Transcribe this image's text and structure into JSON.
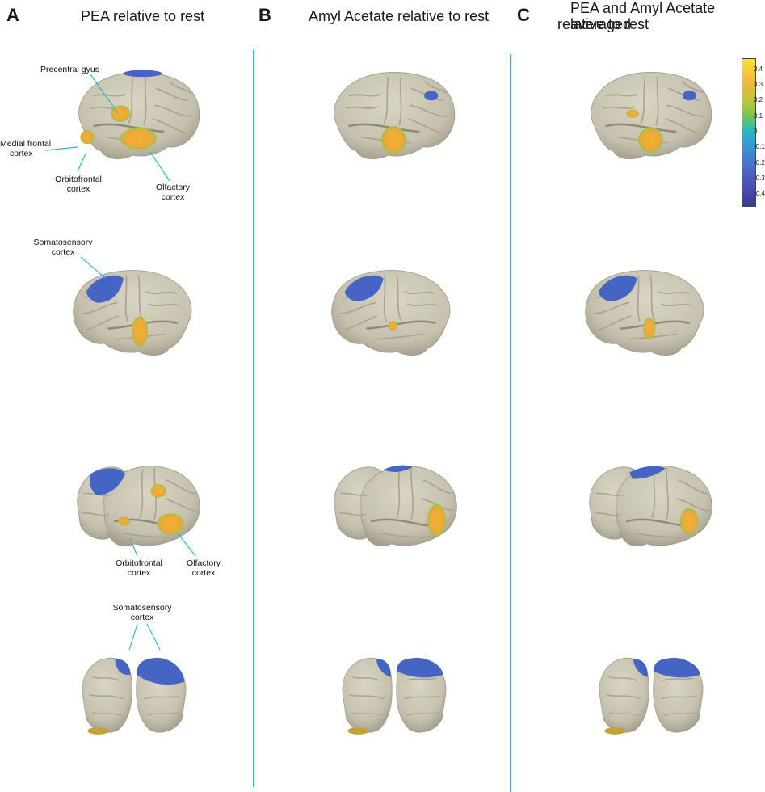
{
  "panels": [
    {
      "letter": "A",
      "title": "PEA relative to rest"
    },
    {
      "letter": "B",
      "title": "Amyl Acetate relative to rest"
    },
    {
      "letter": "C",
      "title_line1": "PEA and Amyl Acetate averaged",
      "title_line2": "relative to rest"
    }
  ],
  "annotations": {
    "precentral": "Precentral gyus",
    "medial_frontal_1": "Medial frontal",
    "medial_frontal_2": "cortex",
    "orbitofrontal_1": "Orbitofrontal",
    "orbitofrontal_2": "cortex",
    "olfactory_1": "Olfactory",
    "olfactory_2": "cortex",
    "somatosensory_1": "Somatosensory",
    "somatosensory_2": "cortex"
  },
  "colorbar": {
    "ticks": [
      "0.4",
      "0.3",
      "0.2",
      "0.1",
      "0",
      "-0.1",
      "-0.2",
      "-0.3",
      "-0.4"
    ],
    "colors": [
      "#f5e531",
      "#f4b83a",
      "#b6c73c",
      "#6bc45a",
      "#1fb7c9",
      "#3f8fd2",
      "#4a68c9",
      "#4b4db4",
      "#3b3a8e"
    ]
  },
  "colors": {
    "brain": "#c9c6b4",
    "brain_shadow": "#a9a594",
    "sulcus": "#9e9a88",
    "negative": "#4664c4",
    "positive": "#f2ad38",
    "green": "#7fbf46",
    "divider": "#2bbcc6",
    "leader": "#2bbcc6"
  }
}
